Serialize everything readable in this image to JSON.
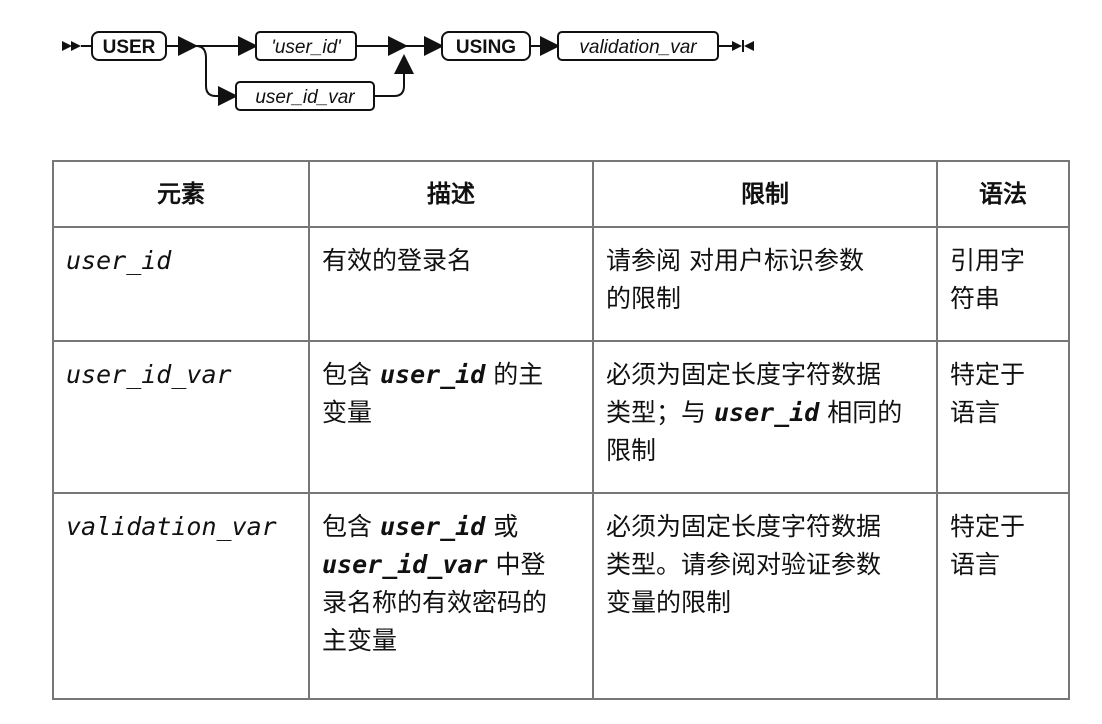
{
  "diagram": {
    "keyword_user": "USER",
    "user_id_literal": "'user_id'",
    "user_id_var": "user_id_var",
    "keyword_using": "USING",
    "validation_var": "validation_var"
  },
  "table": {
    "headers": [
      "元素",
      "描述",
      "限制",
      "语法"
    ],
    "rows": [
      {
        "element": "user_id",
        "desc": [
          "有效的登录名"
        ],
        "limit": [
          "请参阅 对用户标识参数",
          "的限制"
        ],
        "syntax": [
          "引用字",
          "符串"
        ]
      },
      {
        "element": "user_id_var",
        "desc_a": "包含",
        "desc_code": "user_id",
        "desc_b": "的主",
        "desc_c": "变量",
        "limit_a": "必须为固定长度字符数据",
        "limit_b": "类型；与",
        "limit_code": "user_id",
        "limit_c": "相同的",
        "limit_d": "限制",
        "syntax": [
          "特定于",
          "语言"
        ]
      },
      {
        "element": "validation_var",
        "desc_a": "包含",
        "desc_code1": "user_id",
        "desc_b": "或",
        "desc_code2": "user_id_var",
        "desc_c": "中登",
        "desc_d": "录名称的有效密码的",
        "desc_e": "主变量",
        "limit": [
          "必须为固定长度字符数据",
          "类型。请参阅对验证参数",
          "变量的限制"
        ],
        "syntax": [
          "特定于",
          "语言"
        ]
      }
    ]
  }
}
